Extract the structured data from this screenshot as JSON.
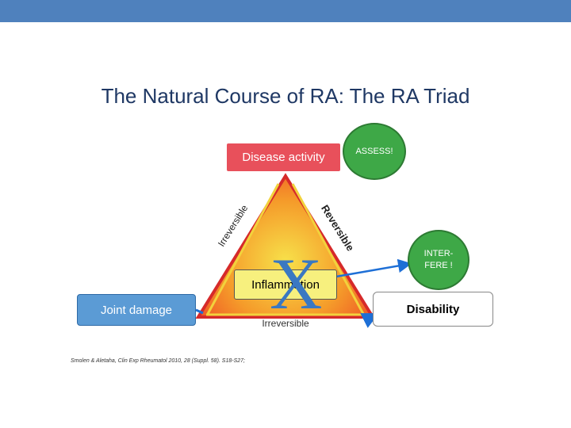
{
  "title": "The Natural Course of RA: The RA Triad",
  "nodes": {
    "disease_activity": "Disease activity",
    "assess": "ASSESS!",
    "joint_damage": "Joint damage",
    "inflammation": "Inflammation",
    "disability": "Disability",
    "interfere_line1": "INTER-",
    "interfere_line2": "FERE !"
  },
  "edges": {
    "left_side": "Irreversible",
    "right_side": "Reversible",
    "bottom": "Irreversible"
  },
  "mark": "X",
  "citation": "Smolen & Aletaha, Clin Exp Rheumatol 2010, 28 (Suppl. 58). S18-S27;",
  "colors": {
    "topbar": "#4f81bd",
    "triangle_border": "#d62a2a",
    "triangle_center": "#f7e14a",
    "triangle_edge": "#ee4a24",
    "disease_box": "#e8505b",
    "assess_circle": "#3ea847",
    "joint_box": "#5b9bd5",
    "inflammation_box": "#f7f07e",
    "x_mark": "#3a78c2",
    "arrow": "#1e6fd6"
  }
}
